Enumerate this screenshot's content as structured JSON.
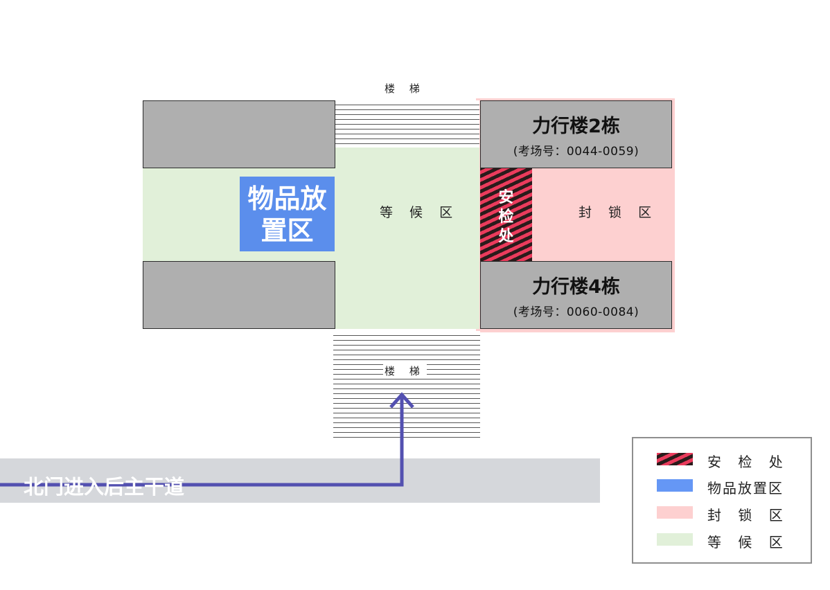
{
  "stairs_top_label": "楼 梯",
  "stairs_bottom_label": "楼 梯",
  "building_2": {
    "name": "力行楼2栋",
    "rooms": "(考场号：0044-0059)"
  },
  "building_4": {
    "name": "力行楼4栋",
    "rooms": "(考场号：0060-0084)"
  },
  "item_area_label": [
    "物品放",
    "置区"
  ],
  "waiting_label": "等 候 区",
  "security_label": [
    "安",
    "检",
    "处"
  ],
  "blocked_label": "封 锁 区",
  "road_label": "北门进入后主干道",
  "legend": [
    {
      "label": "安 检 处",
      "swatch": "security"
    },
    {
      "label": "物品放置区",
      "swatch": "#6597f5"
    },
    {
      "label": "封 锁 区",
      "swatch": "#fdd0d0"
    },
    {
      "label": "等 候 区",
      "swatch": "#e1f0d9"
    }
  ],
  "colors": {
    "waiting": "#e1f0d9",
    "blocked": "#fdd0d0",
    "item_area": "#5b8eec",
    "security_red": "#ea3b5c",
    "building": "#afafaf",
    "path_arrow": "#5350b0",
    "road": "#d5d7db"
  }
}
